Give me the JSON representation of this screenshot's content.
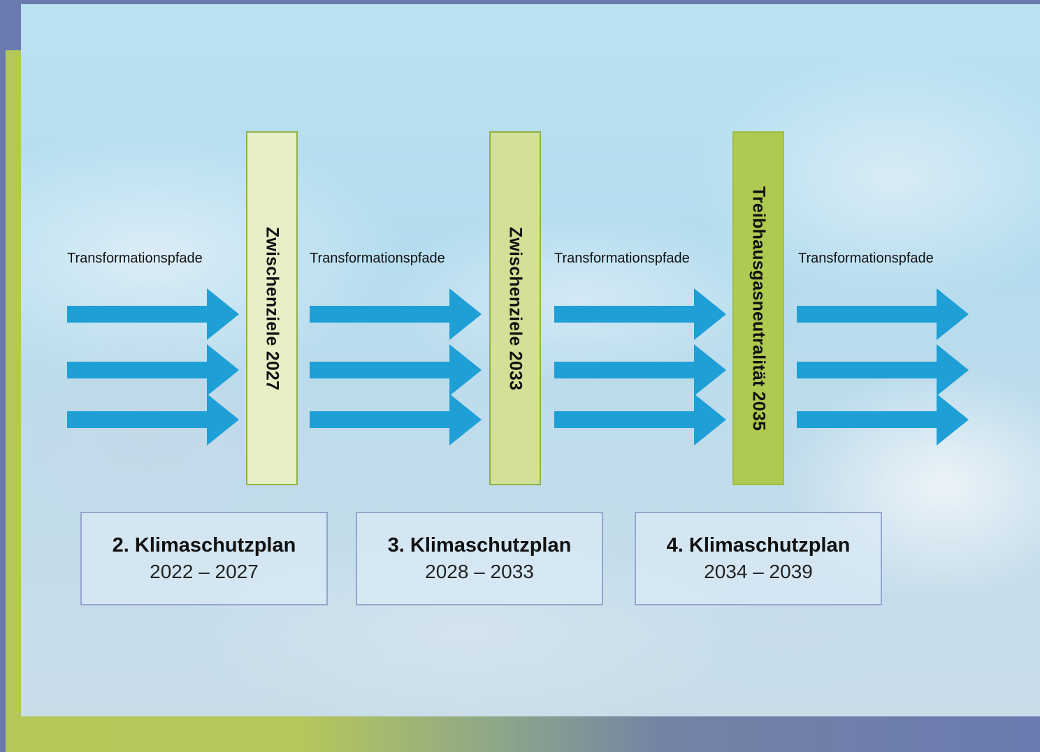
{
  "colors": {
    "frame": "#6b7bb0",
    "green": "#b4c858",
    "arrow": "#1e9fd6",
    "milestone_fills": [
      "#e6efc6",
      "#d3e098",
      "#aeca50"
    ],
    "milestone_border": "#93b046",
    "plan_border": "#93a6cf"
  },
  "paths": [
    {
      "label": "Transformationspfade"
    },
    {
      "label": "Transformationspfade"
    },
    {
      "label": "Transformationspfade"
    },
    {
      "label": "Transformationspfade"
    }
  ],
  "milestones": [
    {
      "label": "Zwischenziele 2027"
    },
    {
      "label": "Zwischenziele 2033"
    },
    {
      "label": "Treibhausgasneutralität 2035"
    }
  ],
  "plans": [
    {
      "title": "2. Klimaschutzplan",
      "period": "2022 – 2027"
    },
    {
      "title": "3. Klimaschutzplan",
      "period": "2028 – 2033"
    },
    {
      "title": "4. Klimaschutzplan",
      "period": "2034 – 2039"
    }
  ]
}
